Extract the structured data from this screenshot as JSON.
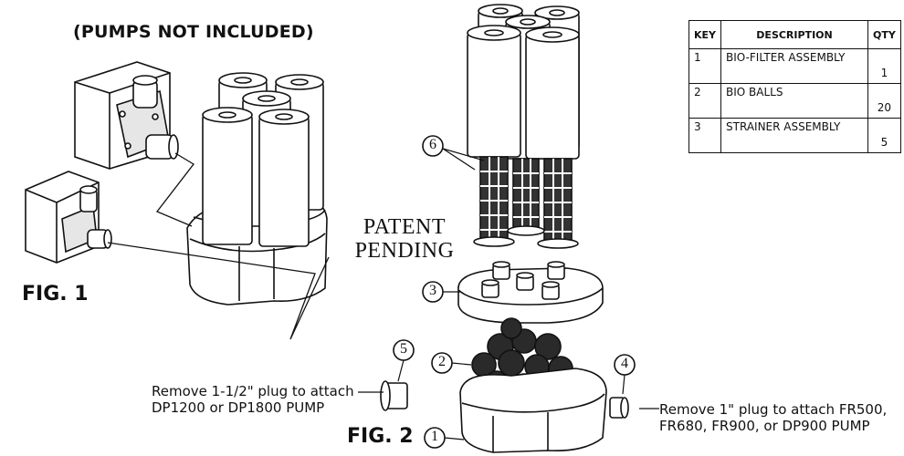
{
  "header": {
    "pumps_note": "(PUMPS NOT INCLUDED)"
  },
  "figures": {
    "fig1": "FIG. 1",
    "fig2": "FIG. 2"
  },
  "patent": {
    "line1": "PATENT",
    "line2": "PENDING"
  },
  "callouts": {
    "left_line1": "Remove 1-1/2\" plug to attach",
    "left_line2": "DP1200 or DP1800 PUMP",
    "right_line1": "Remove 1\" plug to attach FR500,",
    "right_line2": "FR680, FR900, or DP900 PUMP"
  },
  "key_markers": [
    "1",
    "2",
    "3",
    "4",
    "5",
    "6"
  ],
  "parts_table": {
    "headers": {
      "key": "KEY",
      "description": "DESCRIPTION",
      "qty": "QTY"
    },
    "rows": [
      {
        "key": "1",
        "description": "BIO-FILTER ASSEMBLY",
        "qty": "1"
      },
      {
        "key": "2",
        "description": "BIO BALLS",
        "qty": "20"
      },
      {
        "key": "3",
        "description": "STRAINER ASSEMBLY",
        "qty": "5"
      }
    ]
  }
}
